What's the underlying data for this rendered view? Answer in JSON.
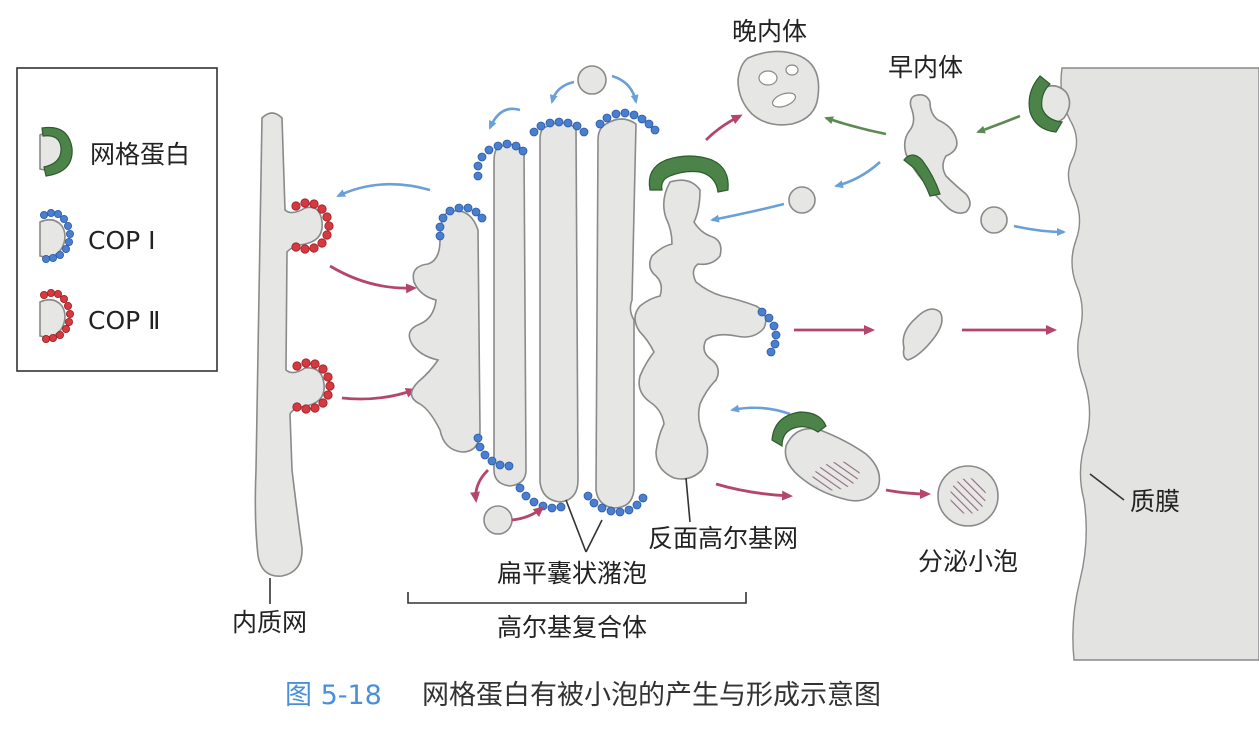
{
  "labels": {
    "er": "内质网",
    "golgi_complex": "高尔基复合体",
    "cisternae": "扁平囊状潴泡",
    "tgn": "反面高尔基网",
    "late_endosome": "晚内体",
    "early_endosome": "早内体",
    "plasma_membrane": "质膜",
    "secretory_vesicle": "分泌小泡"
  },
  "legend": {
    "items": [
      {
        "label": "网格蛋白",
        "color": "#4c8349"
      },
      {
        "label": "COP Ⅰ",
        "color": "#4a7fd0"
      },
      {
        "label": "COP Ⅱ",
        "color": "#d6393f"
      }
    ]
  },
  "caption": {
    "number": "图 5-18",
    "text": "网格蛋白有被小泡的产生与形成示意图"
  },
  "colors": {
    "membrane": "#e6e6e4",
    "copi": "#4a7fd0",
    "copii": "#d6393f",
    "clathrin": "#4c8349",
    "blue_arrow": "#6a9fd8",
    "red_arrow": "#b5456d",
    "green_arrow": "#5c8a52"
  }
}
